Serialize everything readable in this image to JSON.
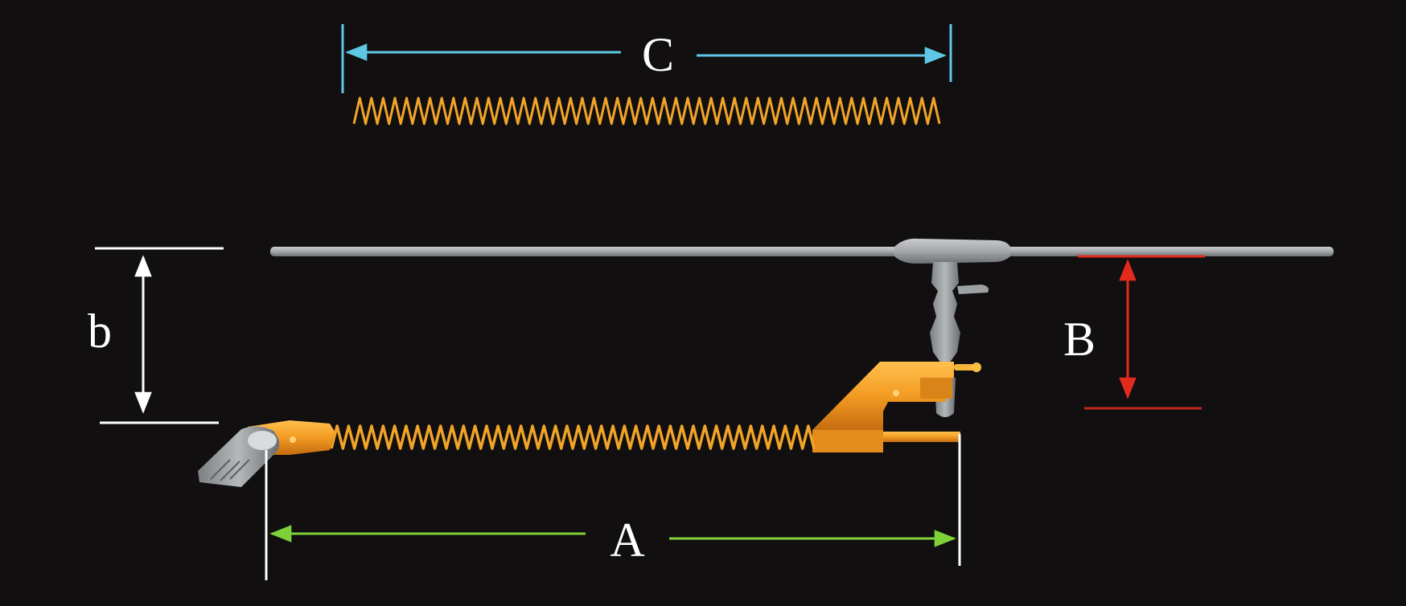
{
  "labels": {
    "a": "A",
    "b_upper": "B",
    "b_lower": "b",
    "c": "C"
  },
  "colors": {
    "background": "#110f0f",
    "dimension_a": "#7fd13a",
    "dimension_b": "#e22a1f",
    "dimension_c": "#5fc7e6",
    "dimension_b_lower": "#ffffff",
    "spring": "#f2a428",
    "bracket": "#f39b23",
    "rod": "#a4a7aa"
  }
}
